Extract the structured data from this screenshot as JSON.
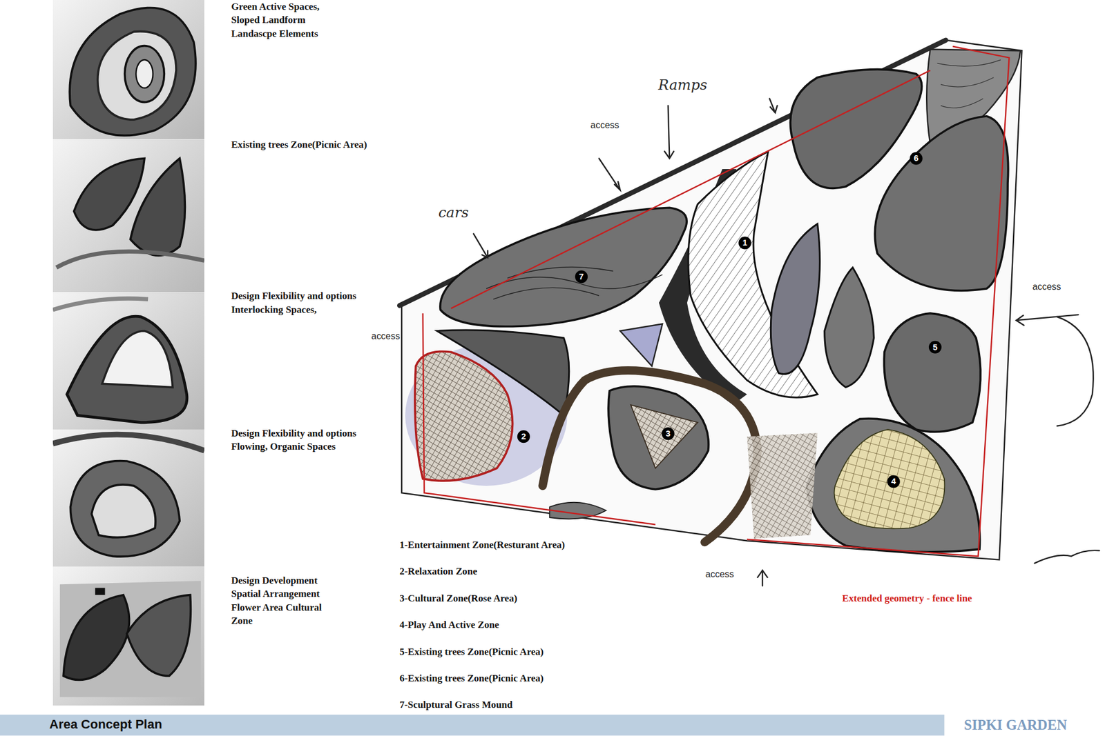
{
  "diagram": {
    "title": "Area Concept Plan",
    "labels": [
      "Green Active Spaces, Sloped Landform Landascpe Elements",
      "Existing trees Zone(Picnic Area)",
      "Design Flexibility and options Interlocking Spaces,",
      "Design Flexibility and options Flowing, Organic Spaces",
      "Design Development Spatial Arrangement Flower Area Cultural Zone",
      "access",
      "access",
      "access",
      "access",
      "Ramps",
      "cars",
      "1",
      "2",
      "3",
      "4",
      "5",
      "6",
      "7",
      "1-Entertainment Zone(Resturant Area)",
      "2-Relaxation Zone",
      "3-Cultural Zone(Rose Area)",
      "4-Play And Active Zone",
      "5-Existing trees Zone(Picnic Area)",
      "6-Existing trees Zone(Picnic Area)",
      "7-Sculptural Grass Mound",
      "Extended geometry - fence line",
      "SIPKI GARDEN"
    ]
  }
}
